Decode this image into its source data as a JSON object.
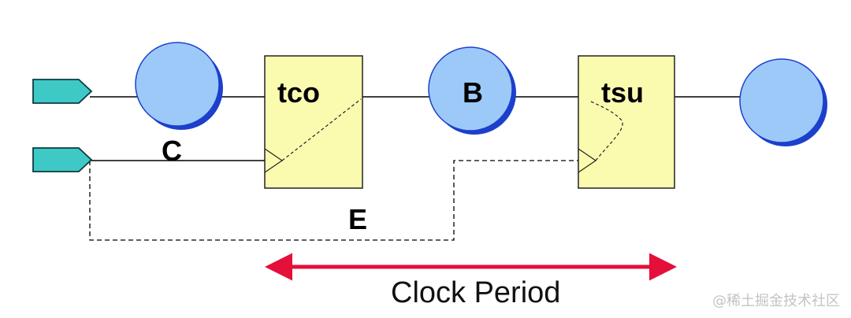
{
  "diagram": {
    "labels": {
      "tco": "tco",
      "tsu": "tsu",
      "b": "B",
      "c": "C",
      "e": "E",
      "clock_period": "Clock Period"
    },
    "colors": {
      "input_port": "#3ec9c7",
      "logic_cloud": "#9cc9f8",
      "logic_shadow": "#1c3fcc",
      "flip_flop": "#fbfbb0",
      "clock_period_arrow": "#e4103a"
    }
  },
  "watermark": "@稀土掘金技术社区"
}
